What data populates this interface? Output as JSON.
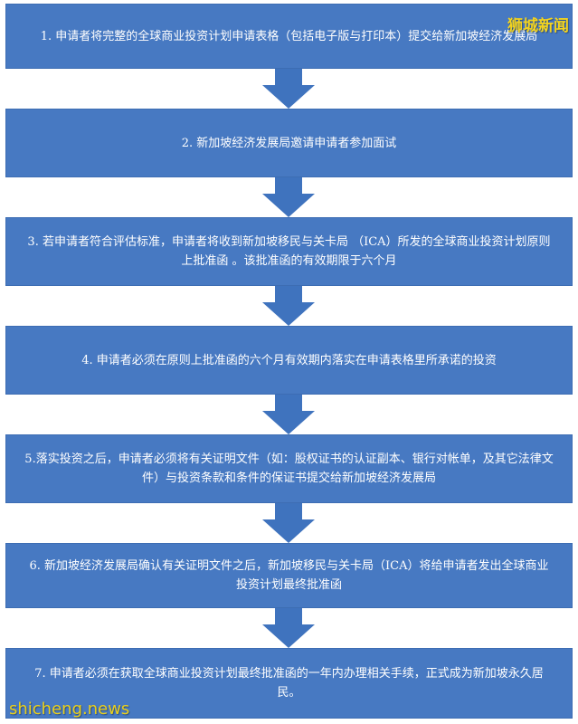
{
  "steps": [
    {
      "text": "1.  申请者将完整的全球商业投资计划申请表格（包括电子版与打印本）提交给新加坡经济发展局"
    },
    {
      "text": "2.  新加坡经济发展局邀请申请者参加面试"
    },
    {
      "text": "3.  若申请者符合评估标准，申请者将收到新加坡移民与关卡局 （ICA）所发的全球商业投资计划原则上批准函 。该批准函的有效期限于六个月"
    },
    {
      "text": "4.  申请者必须在原则上批准函的六个月有效期内落实在申请表格里所承诺的投资"
    },
    {
      "text": "5.落实投资之后，申请者必须将有关证明文件（如：股权证书的认证副本、银行对帐单，及其它法律文件）与投资条款和条件的保证书提交给新加坡经济发展局"
    },
    {
      "text": "6.  新加坡经济发展局确认有关证明文件之后，新加坡移民与关卡局（ICA）将给申请者发出全球商业投资计划最终批准函"
    },
    {
      "text": "7.  申请者必须在获取全球商业投资计划最终批准函的一年内办理相关手续，正式成为新加坡永久居民。"
    }
  ],
  "watermarks": {
    "top": "狮城新闻",
    "bottom": "shicheng.news"
  },
  "colors": {
    "box": "#4779c2",
    "arrow": "#3f73be",
    "text": "#ffffff",
    "watermark": "#f2d31f"
  }
}
